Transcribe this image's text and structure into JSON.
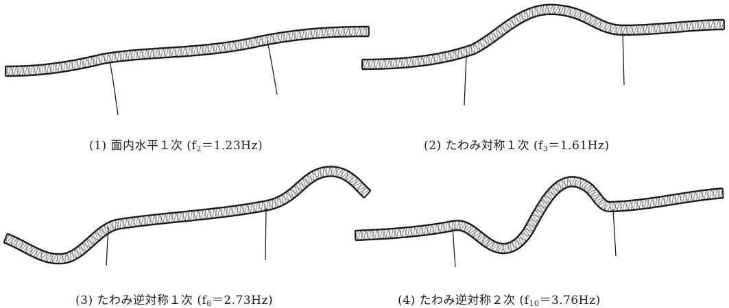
{
  "panels": [
    {
      "num": "(1)",
      "title": "面内水平１次",
      "f_sub": "2",
      "freq": "1.23Hz"
    },
    {
      "num": "(2)",
      "title": "たわみ対称１次",
      "f_sub": "3",
      "freq": "1.61Hz"
    },
    {
      "num": "(3)",
      "title": "たわみ逆対称１次",
      "f_sub": "6",
      "freq": "2.73Hz"
    },
    {
      "num": "(4)",
      "title": "たわみ逆対称２次",
      "f_sub": "10",
      "freq": "3.76Hz"
    }
  ],
  "colors": {
    "ink": "#1a1a1a",
    "hatch": "#444444"
  }
}
